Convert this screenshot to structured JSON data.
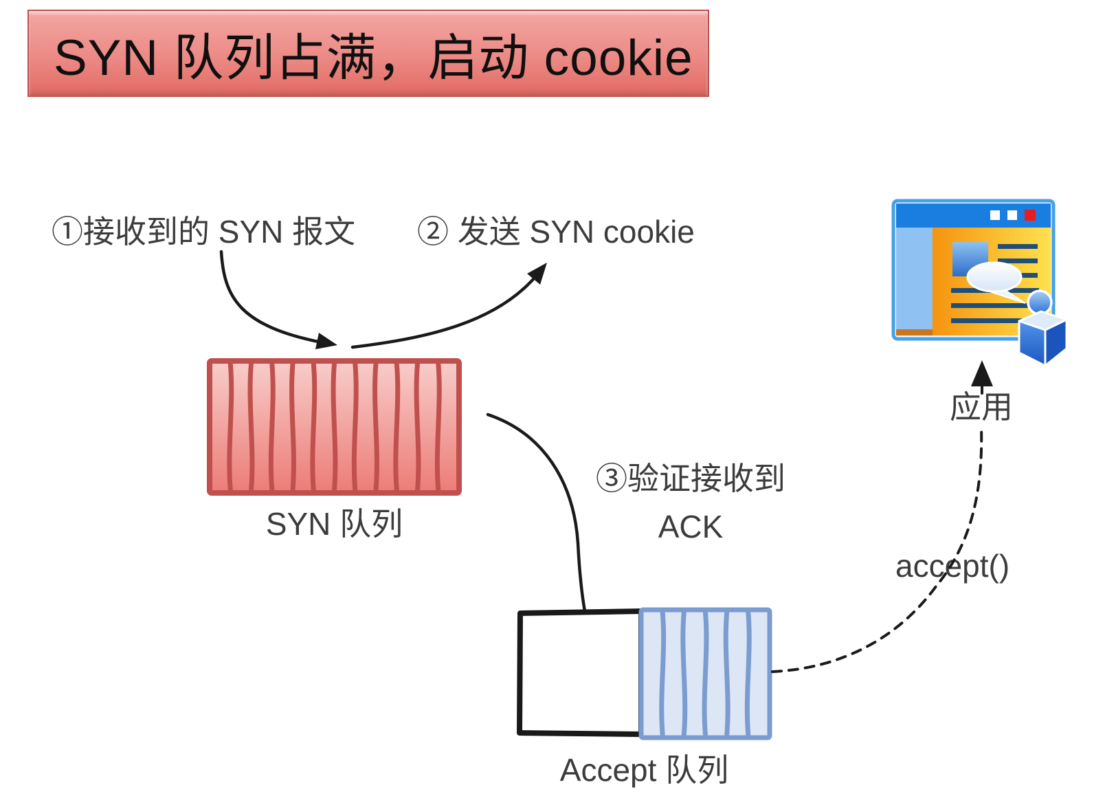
{
  "title": "SYN 队列占满，启动 cookie",
  "steps": {
    "step1": "①接收到的 SYN 报文",
    "step2": "② 发送 SYN cookie",
    "step3_line1": "③验证接收到",
    "step3_line2": "ACK"
  },
  "labels": {
    "syn_queue": "SYN 队列",
    "accept_queue": "Accept 队列",
    "app": "应用",
    "accept_call": "accept()"
  },
  "queues": {
    "syn": {
      "slots": 12,
      "stroke": "#c0504d",
      "fill_top": "#f8cdca",
      "fill_bottom": "#ec7c76"
    },
    "accept_filled": {
      "slots": 6,
      "stroke": "#7b9cd0",
      "fill": "#dce6f4"
    },
    "accept_empty": {
      "stroke": "#191919",
      "fill": "#ffffff"
    }
  },
  "icons": {
    "app": "app-window-user-icon",
    "app_window_buttons": [
      "minimize",
      "maximize",
      "close"
    ]
  },
  "colors": {
    "banner_top": "#f3a7a3",
    "banner_mid": "#ec8a85",
    "banner_bottom": "#e26a64",
    "banner_border": "#c0504d",
    "annotation_text": "#3c3c3c",
    "arrow": "#1a1a1a",
    "icon_titlebar": "#1a7de0",
    "icon_close_button": "#e81c1c",
    "icon_sidebar": "#8fc2f3",
    "icon_text_lines": "#1f4e79"
  }
}
